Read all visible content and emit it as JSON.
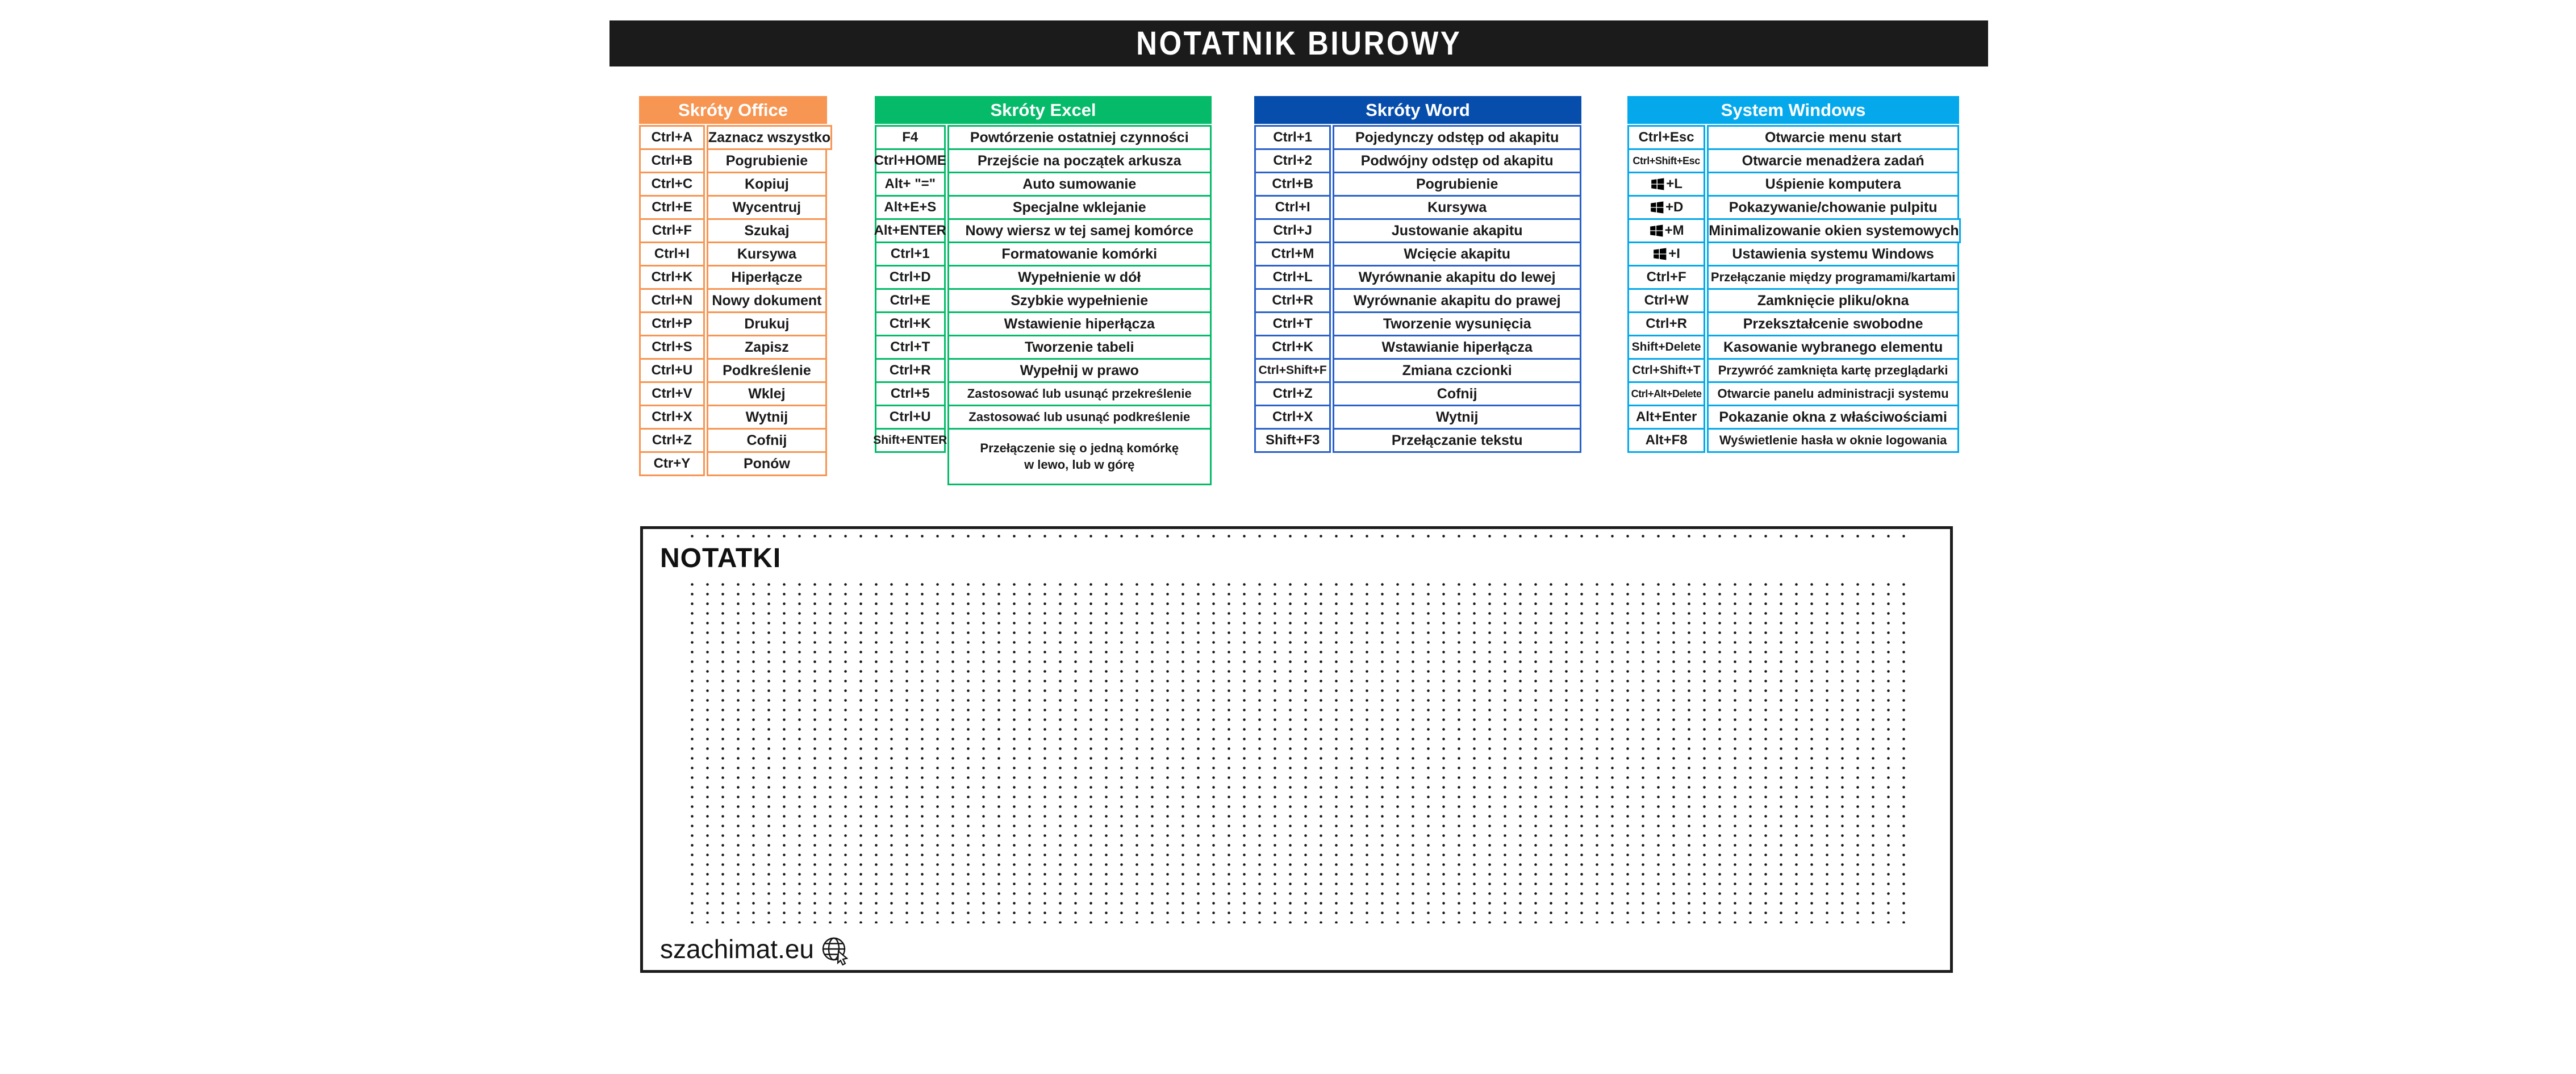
{
  "page": {
    "title": "NOTATNIK BIUROWY",
    "title_bar_bg": "#1b1b1b",
    "background": "#ffffff",
    "text_color": "#1a1a1a"
  },
  "tables": [
    {
      "id": "office",
      "title": "Skróty Office",
      "accent": "#F79552",
      "cell_border": "#F79552",
      "rows": [
        {
          "key": "Ctrl+A",
          "desc": "Zaznacz wszystko"
        },
        {
          "key": "Ctrl+B",
          "desc": "Pogrubienie"
        },
        {
          "key": "Ctrl+C",
          "desc": "Kopiuj"
        },
        {
          "key": "Ctrl+E",
          "desc": "Wycentruj"
        },
        {
          "key": "Ctrl+F",
          "desc": "Szukaj"
        },
        {
          "key": "Ctrl+I",
          "desc": "Kursywa"
        },
        {
          "key": "Ctrl+K",
          "desc": "Hiperłącze"
        },
        {
          "key": "Ctrl+N",
          "desc": "Nowy dokument"
        },
        {
          "key": "Ctrl+P",
          "desc": "Drukuj"
        },
        {
          "key": "Ctrl+S",
          "desc": "Zapisz"
        },
        {
          "key": "Ctrl+U",
          "desc": "Podkreślenie"
        },
        {
          "key": "Ctrl+V",
          "desc": "Wklej"
        },
        {
          "key": "Ctrl+X",
          "desc": "Wytnij"
        },
        {
          "key": "Ctrl+Z",
          "desc": "Cofnij"
        },
        {
          "key": "Ctr+Y",
          "desc": "Ponów"
        }
      ]
    },
    {
      "id": "excel",
      "title": "Skróty Excel",
      "accent": "#05BB69",
      "cell_border": "#05BB69",
      "rows": [
        {
          "key": "F4",
          "desc": "Powtórzenie ostatniej czynności"
        },
        {
          "key": "Ctrl+HOME",
          "desc": "Przejście na początek arkusza"
        },
        {
          "key": "Alt+ \"=\"",
          "desc": "Auto sumowanie"
        },
        {
          "key": "Alt+E+S",
          "desc": "Specjalne wklejanie"
        },
        {
          "key": "Alt+ENTER",
          "desc": "Nowy wiersz w tej samej komórce"
        },
        {
          "key": "Ctrl+1",
          "desc": "Formatowanie komórki"
        },
        {
          "key": "Ctrl+D",
          "desc": "Wypełnienie w dół"
        },
        {
          "key": "Ctrl+E",
          "desc": "Szybkie wypełnienie"
        },
        {
          "key": "Ctrl+K",
          "desc": "Wstawienie hiperłącza"
        },
        {
          "key": "Ctrl+T",
          "desc": "Tworzenie tabeli"
        },
        {
          "key": "Ctrl+R",
          "desc": "Wypełnij w prawo"
        },
        {
          "key": "Ctrl+5",
          "desc": "Zastosować lub usunąć przekreślenie"
        },
        {
          "key": "Ctrl+U",
          "desc": "Zastosować lub usunąć podkreślenie"
        },
        {
          "key": "Shift+ENTER",
          "desc": "Przełączenie się o jedną komórkę\nw lewo, lub w górę",
          "lines": 2
        }
      ]
    },
    {
      "id": "word",
      "title": "Skróty Word",
      "accent": "#074DAB",
      "cell_border": "#2A61C9",
      "rows": [
        {
          "key": "Ctrl+1",
          "desc": "Pojedynczy odstęp od akapitu"
        },
        {
          "key": "Ctrl+2",
          "desc": "Podwójny odstęp od akapitu"
        },
        {
          "key": "Ctrl+B",
          "desc": "Pogrubienie"
        },
        {
          "key": "Ctrl+I",
          "desc": "Kursywa"
        },
        {
          "key": "Ctrl+J",
          "desc": "Justowanie akapitu"
        },
        {
          "key": "Ctrl+M",
          "desc": "Wcięcie akapitu"
        },
        {
          "key": "Ctrl+L",
          "desc": "Wyrównanie akapitu do lewej"
        },
        {
          "key": "Ctrl+R",
          "desc": "Wyrównanie akapitu do prawej"
        },
        {
          "key": "Ctrl+T",
          "desc": "Tworzenie wysunięcia"
        },
        {
          "key": "Ctrl+K",
          "desc": "Wstawianie hiperłącza"
        },
        {
          "key": "Ctrl+Shift+F",
          "desc": "Zmiana czcionki"
        },
        {
          "key": "Ctrl+Z",
          "desc": "Cofnij"
        },
        {
          "key": "Ctrl+X",
          "desc": "Wytnij"
        },
        {
          "key": "Shift+F3",
          "desc": "Przełączanie tekstu"
        }
      ]
    },
    {
      "id": "windows",
      "title": "System Windows",
      "accent": "#05A9EB",
      "cell_border": "#05A9EB",
      "rows": [
        {
          "key": "Ctrl+Esc",
          "desc": "Otwarcie menu start"
        },
        {
          "key": "Ctrl+Shift+Esc",
          "desc": "Otwarcie menadżera zadań"
        },
        {
          "key": "+L",
          "icon": "windows-logo-icon",
          "desc": "Uśpienie komputera"
        },
        {
          "key": "+D",
          "icon": "windows-logo-icon",
          "desc": "Pokazywanie/chowanie pulpitu"
        },
        {
          "key": "+M",
          "icon": "windows-logo-icon",
          "desc": "Minimalizowanie okien systemowych"
        },
        {
          "key": "+I",
          "icon": "windows-logo-icon",
          "desc": "Ustawienia systemu Windows"
        },
        {
          "key": "Ctrl+F",
          "desc": "Przełączanie między programami/kartami"
        },
        {
          "key": "Ctrl+W",
          "desc": "Zamknięcie pliku/okna"
        },
        {
          "key": "Ctrl+R",
          "desc": "Przekształcenie swobodne"
        },
        {
          "key": "Shift+Delete",
          "desc": "Kasowanie wybranego elementu"
        },
        {
          "key": "Ctrl+Shift+T",
          "desc": "Przywróć zamknięta kartę przeglądarki"
        },
        {
          "key": "Ctrl+Alt+Delete",
          "desc": "Otwarcie panelu administracji systemu"
        },
        {
          "key": "Alt+Enter",
          "desc": "Pokazanie okna z właściwościami"
        },
        {
          "key": "Alt+F8",
          "desc": "Wyświetlenie hasła w oknie logowania"
        }
      ]
    }
  ],
  "notes": {
    "title": "NOTATKI",
    "website": "szachimat.eu",
    "website_icon": "globe-pointer-icon",
    "dot_color": "#151515",
    "border_color": "#1c1c1c"
  }
}
